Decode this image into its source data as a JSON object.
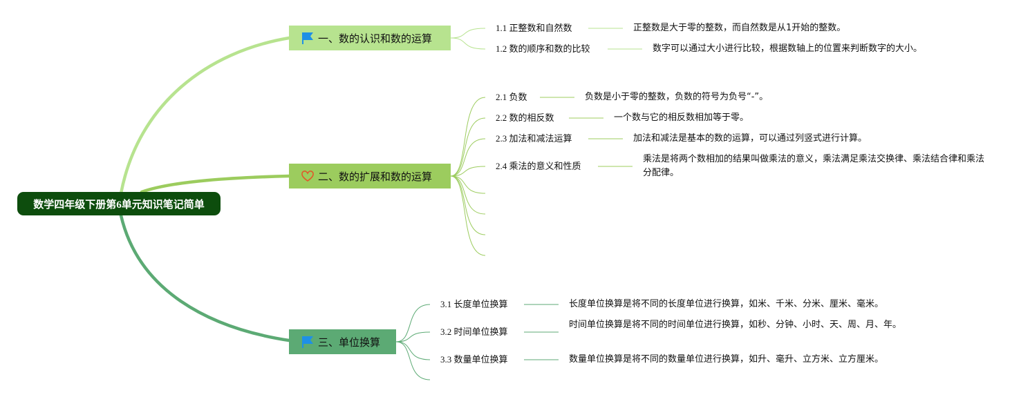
{
  "root": {
    "label": "数学四年级下册第6单元知识笔记简单",
    "color": "#0d4d0d"
  },
  "colors": {
    "branch1": "#b7e38f",
    "branch2": "#9ccc5e",
    "branch3": "#5caa74",
    "line1": "#b7e38f",
    "line2": "#9ccc5e",
    "line3": "#5caa74",
    "flag": "#1e90e6",
    "heart": "#e0592a"
  },
  "branches": [
    {
      "label": "一、数的认识和数的运算",
      "icon": "flag-icon",
      "items": [
        {
          "label": "1.1 正整数和自然数",
          "note": "正整数是大于零的整数，而自然数是从1开始的整数。"
        },
        {
          "label": "1.2 数的顺序和数的比较",
          "note": "数字可以通过大小进行比较，根据数轴上的位置来判断数字的大小。"
        }
      ]
    },
    {
      "label": "二、数的扩展和数的运算",
      "icon": "heart-icon",
      "items": [
        {
          "label": "2.1 负数",
          "note": "负数是小于零的整数，负数的符号为负号“-”。"
        },
        {
          "label": "2.2 数的相反数",
          "note": "一个数与它的相反数相加等于零。"
        },
        {
          "label": "2.3 加法和减法运算",
          "note": "加法和减法是基本的数的运算，可以通过列竖式进行计算。"
        },
        {
          "label": "2.4 乘法的意义和性质",
          "note": "乘法是将两个数相加的结果叫做乘法的意义，乘法满足乘法交换律、乘法结合律和乘法分配律。"
        }
      ]
    },
    {
      "label": "三、单位换算",
      "icon": "flag-icon",
      "items": [
        {
          "label": "3.1 长度单位换算",
          "note": "长度单位换算是将不同的长度单位进行换算，如米、千米、分米、厘米、毫米。"
        },
        {
          "label": "3.2 时间单位换算",
          "note": "时间单位换算是将不同的时间单位进行换算，如秒、分钟、小时、天、周、月、年。"
        },
        {
          "label": "3.3 数量单位换算",
          "note": "数量单位换算是将不同的数量单位进行换算，如升、毫升、立方米、立方厘米。"
        }
      ]
    }
  ]
}
